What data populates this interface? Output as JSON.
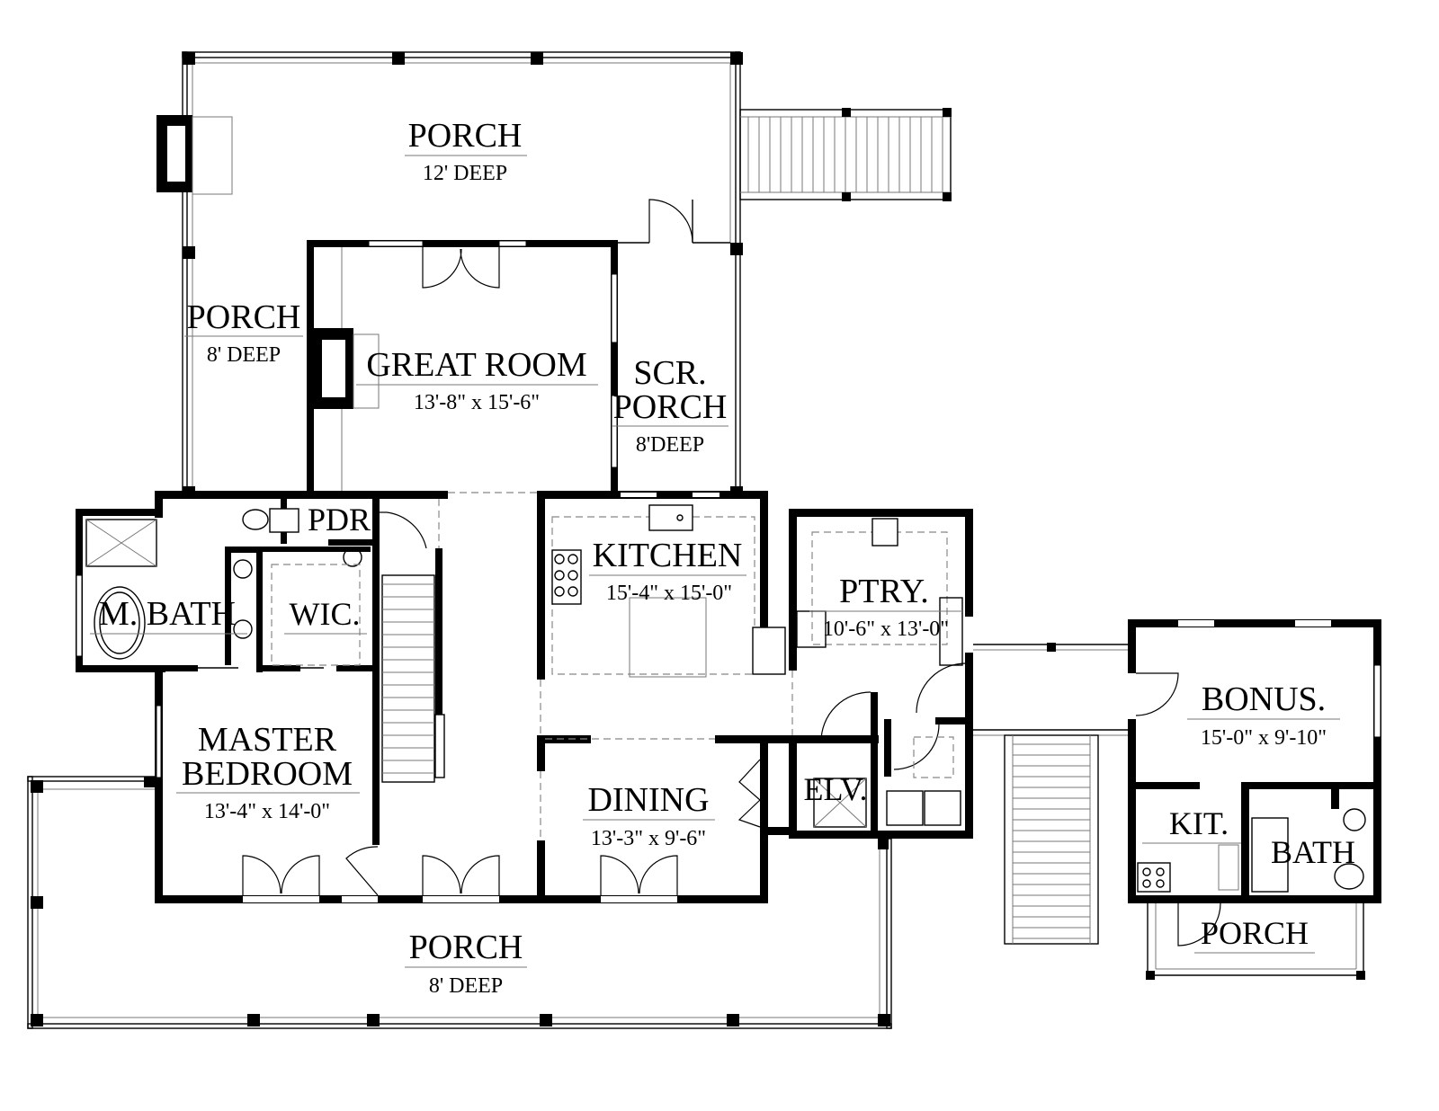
{
  "rooms": {
    "porch_rear": {
      "name": "PORCH",
      "dim": "12' DEEP"
    },
    "porch_side": {
      "name": "PORCH",
      "dim": "8' DEEP"
    },
    "great_room": {
      "name": "GREAT ROOM",
      "dim": "13'-8\" x 15'-6\""
    },
    "scr_porch": {
      "name1": "SCR.",
      "name2": "PORCH",
      "dim": "8'DEEP"
    },
    "pdr": {
      "name": "PDR"
    },
    "kitchen": {
      "name": "KITCHEN",
      "dim": "15'-4\" x 15'-0\""
    },
    "ptry": {
      "name": "PTRY.",
      "dim": "10'-6\" x 13'-0\""
    },
    "m_bath": {
      "name": "M. BATH"
    },
    "wic": {
      "name": "WIC."
    },
    "master_bedroom": {
      "name1": "MASTER",
      "name2": "BEDROOM",
      "dim": "13'-4\" x 14'-0\""
    },
    "dining": {
      "name": "DINING",
      "dim": "13'-3\" x 9'-6\""
    },
    "elv": {
      "name": "ELV."
    },
    "bonus": {
      "name": "BONUS.",
      "dim": "15'-0\" x 9'-10\""
    },
    "kit": {
      "name": "KIT."
    },
    "bath": {
      "name": "BATH"
    },
    "porch_bonus": {
      "name": "PORCH"
    },
    "porch_front": {
      "name": "PORCH",
      "dim": "8' DEEP"
    }
  }
}
